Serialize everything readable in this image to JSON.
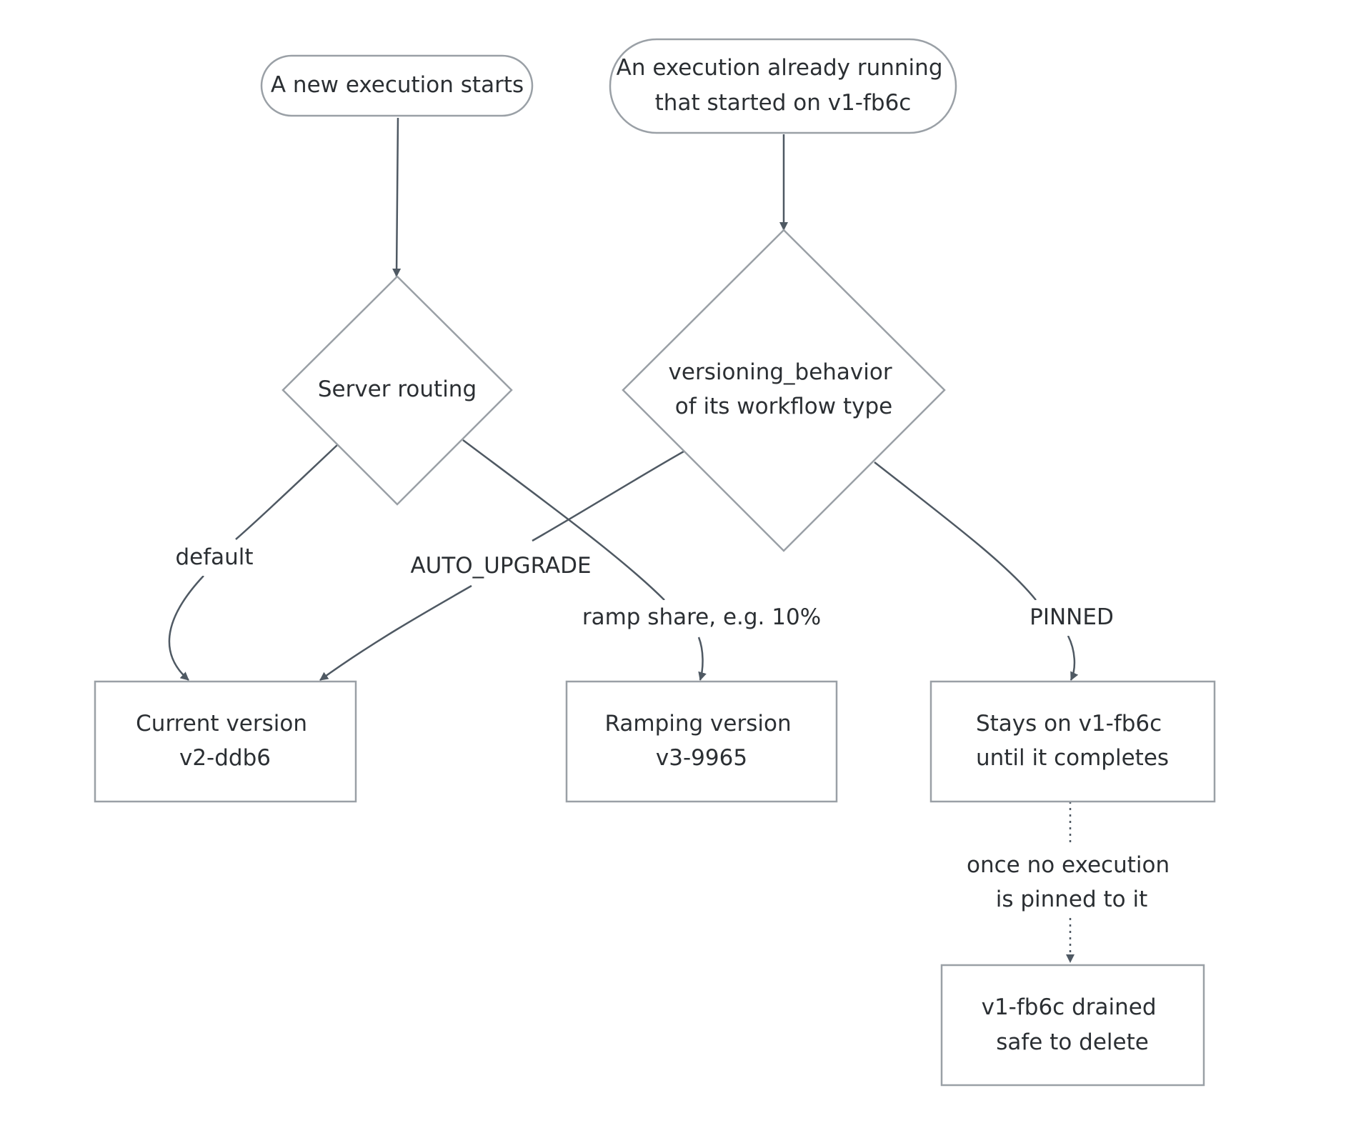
{
  "diagram": {
    "type": "flowchart",
    "colors": {
      "background": "#ffffff",
      "node_border": "#9aa0a6",
      "edge": "#4f5963",
      "text": "#2b2f33"
    },
    "nodes": {
      "new_execution": {
        "shape": "stadium",
        "lines": [
          "A new execution starts"
        ]
      },
      "running_execution": {
        "shape": "stadium",
        "lines": [
          "An execution already running",
          "that started on v1-fb6c"
        ]
      },
      "server_routing": {
        "shape": "diamond",
        "lines": [
          "Server routing"
        ]
      },
      "versioning_behavior": {
        "shape": "diamond",
        "lines": [
          "versioning_behavior",
          "of its workflow type"
        ]
      },
      "current_version": {
        "shape": "rectangle",
        "lines": [
          "Current version",
          "v2-ddb6"
        ]
      },
      "ramping_version": {
        "shape": "rectangle",
        "lines": [
          "Ramping version",
          "v3-9965"
        ]
      },
      "stays_on_v1": {
        "shape": "rectangle",
        "lines": [
          "Stays on v1-fb6c",
          "until it completes"
        ]
      },
      "v1_drained": {
        "shape": "rectangle",
        "lines": [
          "v1-fb6c drained",
          "safe to delete"
        ]
      }
    },
    "edges": {
      "new_to_routing": {
        "from": "new_execution",
        "to": "server_routing",
        "style": "solid",
        "label": []
      },
      "running_to_behavior": {
        "from": "running_execution",
        "to": "versioning_behavior",
        "style": "solid",
        "label": []
      },
      "routing_default": {
        "from": "server_routing",
        "to": "current_version",
        "style": "solid",
        "label": [
          "default"
        ]
      },
      "routing_ramp": {
        "from": "server_routing",
        "to": "ramping_version",
        "style": "solid",
        "label": [
          "ramp share, e.g. 10%"
        ]
      },
      "behavior_auto_upgrade": {
        "from": "versioning_behavior",
        "to": "current_version",
        "style": "solid",
        "label": [
          "AUTO_UPGRADE"
        ]
      },
      "behavior_pinned": {
        "from": "versioning_behavior",
        "to": "stays_on_v1",
        "style": "solid",
        "label": [
          "PINNED"
        ]
      },
      "stays_to_drained": {
        "from": "stays_on_v1",
        "to": "v1_drained",
        "style": "dotted",
        "label": [
          "once no execution",
          "is pinned to it"
        ]
      }
    }
  }
}
